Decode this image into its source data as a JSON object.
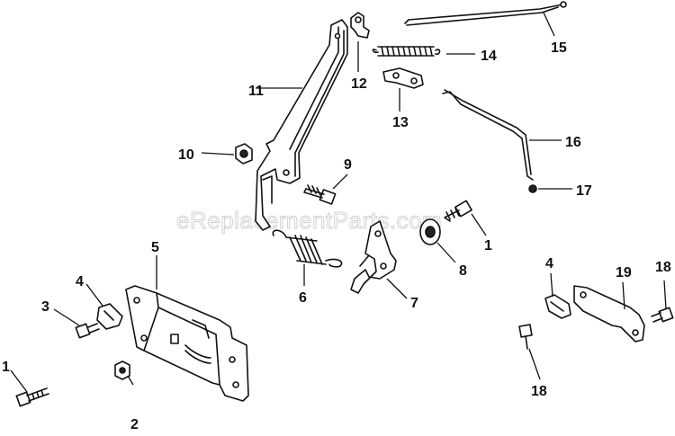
{
  "watermark": "eReplacementParts.com",
  "callouts": [
    {
      "id": "c1a",
      "label": "1"
    },
    {
      "id": "c1b",
      "label": "1"
    },
    {
      "id": "c2",
      "label": "2"
    },
    {
      "id": "c3",
      "label": "3"
    },
    {
      "id": "c4a",
      "label": "4"
    },
    {
      "id": "c4b",
      "label": "4"
    },
    {
      "id": "c5",
      "label": "5"
    },
    {
      "id": "c6",
      "label": "6"
    },
    {
      "id": "c7",
      "label": "7"
    },
    {
      "id": "c8",
      "label": "8"
    },
    {
      "id": "c9",
      "label": "9"
    },
    {
      "id": "c10",
      "label": "10"
    },
    {
      "id": "c11",
      "label": "11"
    },
    {
      "id": "c12",
      "label": "12"
    },
    {
      "id": "c13",
      "label": "13"
    },
    {
      "id": "c14",
      "label": "14"
    },
    {
      "id": "c15",
      "label": "15"
    },
    {
      "id": "c16",
      "label": "16"
    },
    {
      "id": "c17",
      "label": "17"
    },
    {
      "id": "c18a",
      "label": "18"
    },
    {
      "id": "c18b",
      "label": "18"
    },
    {
      "id": "c19",
      "label": "19"
    }
  ]
}
